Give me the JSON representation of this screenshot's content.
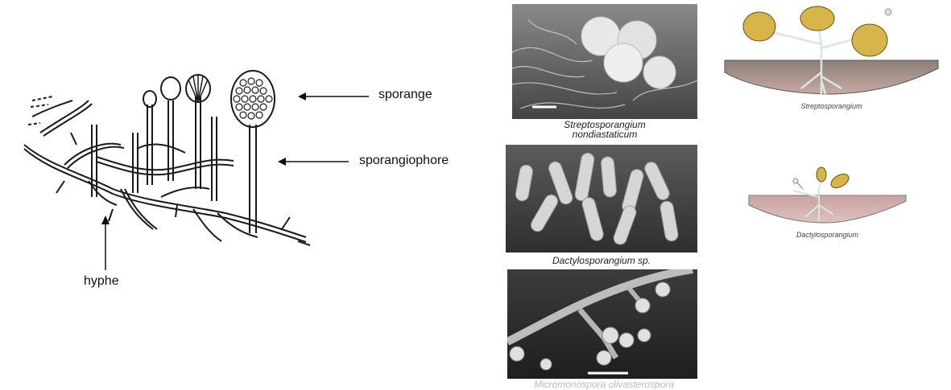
{
  "schematic": {
    "labels": {
      "sporange": "sporange",
      "sporangiophore": "sporangiophore",
      "hyphe": "hyphe"
    }
  },
  "micrographs": [
    {
      "caption_line1": "Streptosporangium",
      "caption_line2": "nondiastaticum"
    },
    {
      "caption": "Dactylosporangium sp."
    },
    {
      "caption": "Micromonospora olivasterospora"
    }
  ],
  "sketches": [
    {
      "caption": "Streptosporangium"
    },
    {
      "caption": "Dactylosporangium"
    }
  ],
  "colors": {
    "line": "#1a1a1a",
    "substrate_top": "#8a8078",
    "substrate_bottom": "#c9a9a4",
    "sporangium_fill": "#d7b54a",
    "hyphae_sketch": "#d8e6e2"
  }
}
